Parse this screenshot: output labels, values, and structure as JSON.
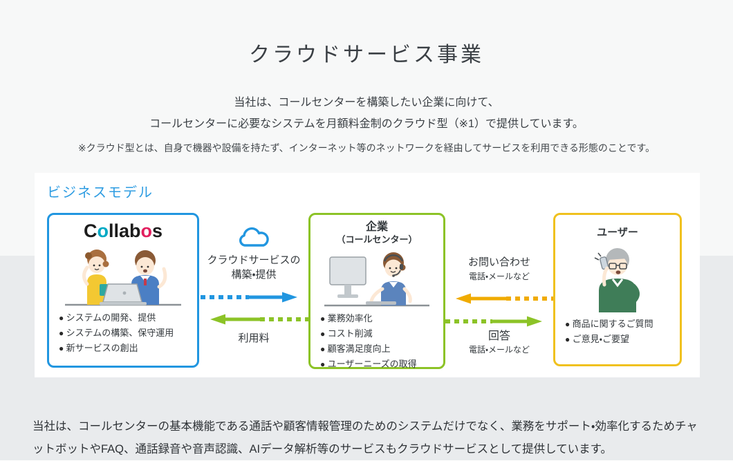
{
  "page": {
    "title": "クラウドサービス事業",
    "intro_line1": "当社は、コールセンターを構築したい企業に向けて、",
    "intro_line2": "コールセンターに必要なシステムを月額料金制のクラウド型（※1）で提供しています。",
    "intro_note": "※クラウド型とは、自身で機器や設備を持たず、インターネット等のネットワークを経由してサービスを利用できる形態のことです。",
    "footer_paragraph": "当社は、コールセンターの基本機能である通話や顧客情報管理のためのシステムだけでなく、業務をサポート・効率化するためチャットボットやFAQ、通話録音や音声認識、AIデータ解析等のサービスもクラウドサービスとして提供しています。"
  },
  "diagram": {
    "heading": "ビジネスモデル",
    "logo": {
      "p1": "C",
      "o1": "o",
      "p2": "llab",
      "o2": "o",
      "p3": "s"
    },
    "boxes": [
      {
        "name": "collabos",
        "items": [
          "システムの開発、提供",
          "システムの構築、保守運用",
          "新サービスの創出"
        ]
      },
      {
        "name": "company",
        "title": "企業",
        "subtitle": "（コールセンター）",
        "items": [
          "業務効率化",
          "コスト削減",
          "顧客満足度向上",
          "ユーザーニーズの取得"
        ]
      },
      {
        "name": "user",
        "title": "ユーザー",
        "items": [
          "商品に関するご質問",
          "ご意見・ご要望"
        ]
      }
    ],
    "flows": {
      "provide_line1": "クラウドサービスの",
      "provide_line2": "構築・提供",
      "fee": "利用料",
      "inquiry": "お問い合わせ",
      "inquiry_sub": "電話・メールなど",
      "answer": "回答",
      "answer_sub": "電話・メールなど"
    }
  },
  "colors": {
    "accent_blue": "#2196e0",
    "accent_green": "#8cc327",
    "accent_yellow_border": "#f0c11e",
    "arrow_amber": "#f0ab00",
    "heading_blue": "#2f9de2",
    "logo_cyan": "#00a9c4",
    "logo_red": "#e2205f",
    "bg_top": "#f7f8f8",
    "bg_bottom": "#e9ebed",
    "panel_bg": "#ffffff",
    "text": "#3a3f44"
  }
}
